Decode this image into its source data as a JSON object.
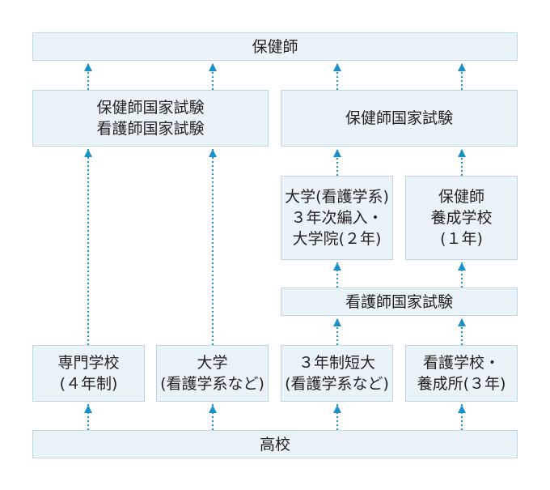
{
  "colors": {
    "box_fill": "#eaf3f8",
    "box_border": "#bcd6e3",
    "arrow": "#1b90c8"
  },
  "boxes": {
    "top": {
      "lines": [
        "保健師"
      ]
    },
    "exam_left": {
      "lines": [
        "保健師国家試験",
        "看護師国家試験"
      ]
    },
    "exam_right": {
      "lines": [
        "保健師国家試験"
      ]
    },
    "univ_transfer": {
      "lines": [
        "大学(看護学系)",
        "３年次編入・",
        "大学院(２年)"
      ]
    },
    "phn_school": {
      "lines": [
        "保健師",
        "養成学校",
        "(１年)"
      ]
    },
    "nurse_exam": {
      "lines": [
        "看護師国家試験"
      ]
    },
    "vocational": {
      "lines": [
        "専門学校",
        "(４年制)"
      ]
    },
    "university": {
      "lines": [
        "大学",
        "(看護学系など)"
      ]
    },
    "junior_college": {
      "lines": [
        "３年制短大",
        "(看護学系など)"
      ]
    },
    "nursing_school": {
      "lines": [
        "看護学校・",
        "養成所(３年)"
      ]
    },
    "high_school": {
      "lines": [
        "高校"
      ]
    }
  }
}
